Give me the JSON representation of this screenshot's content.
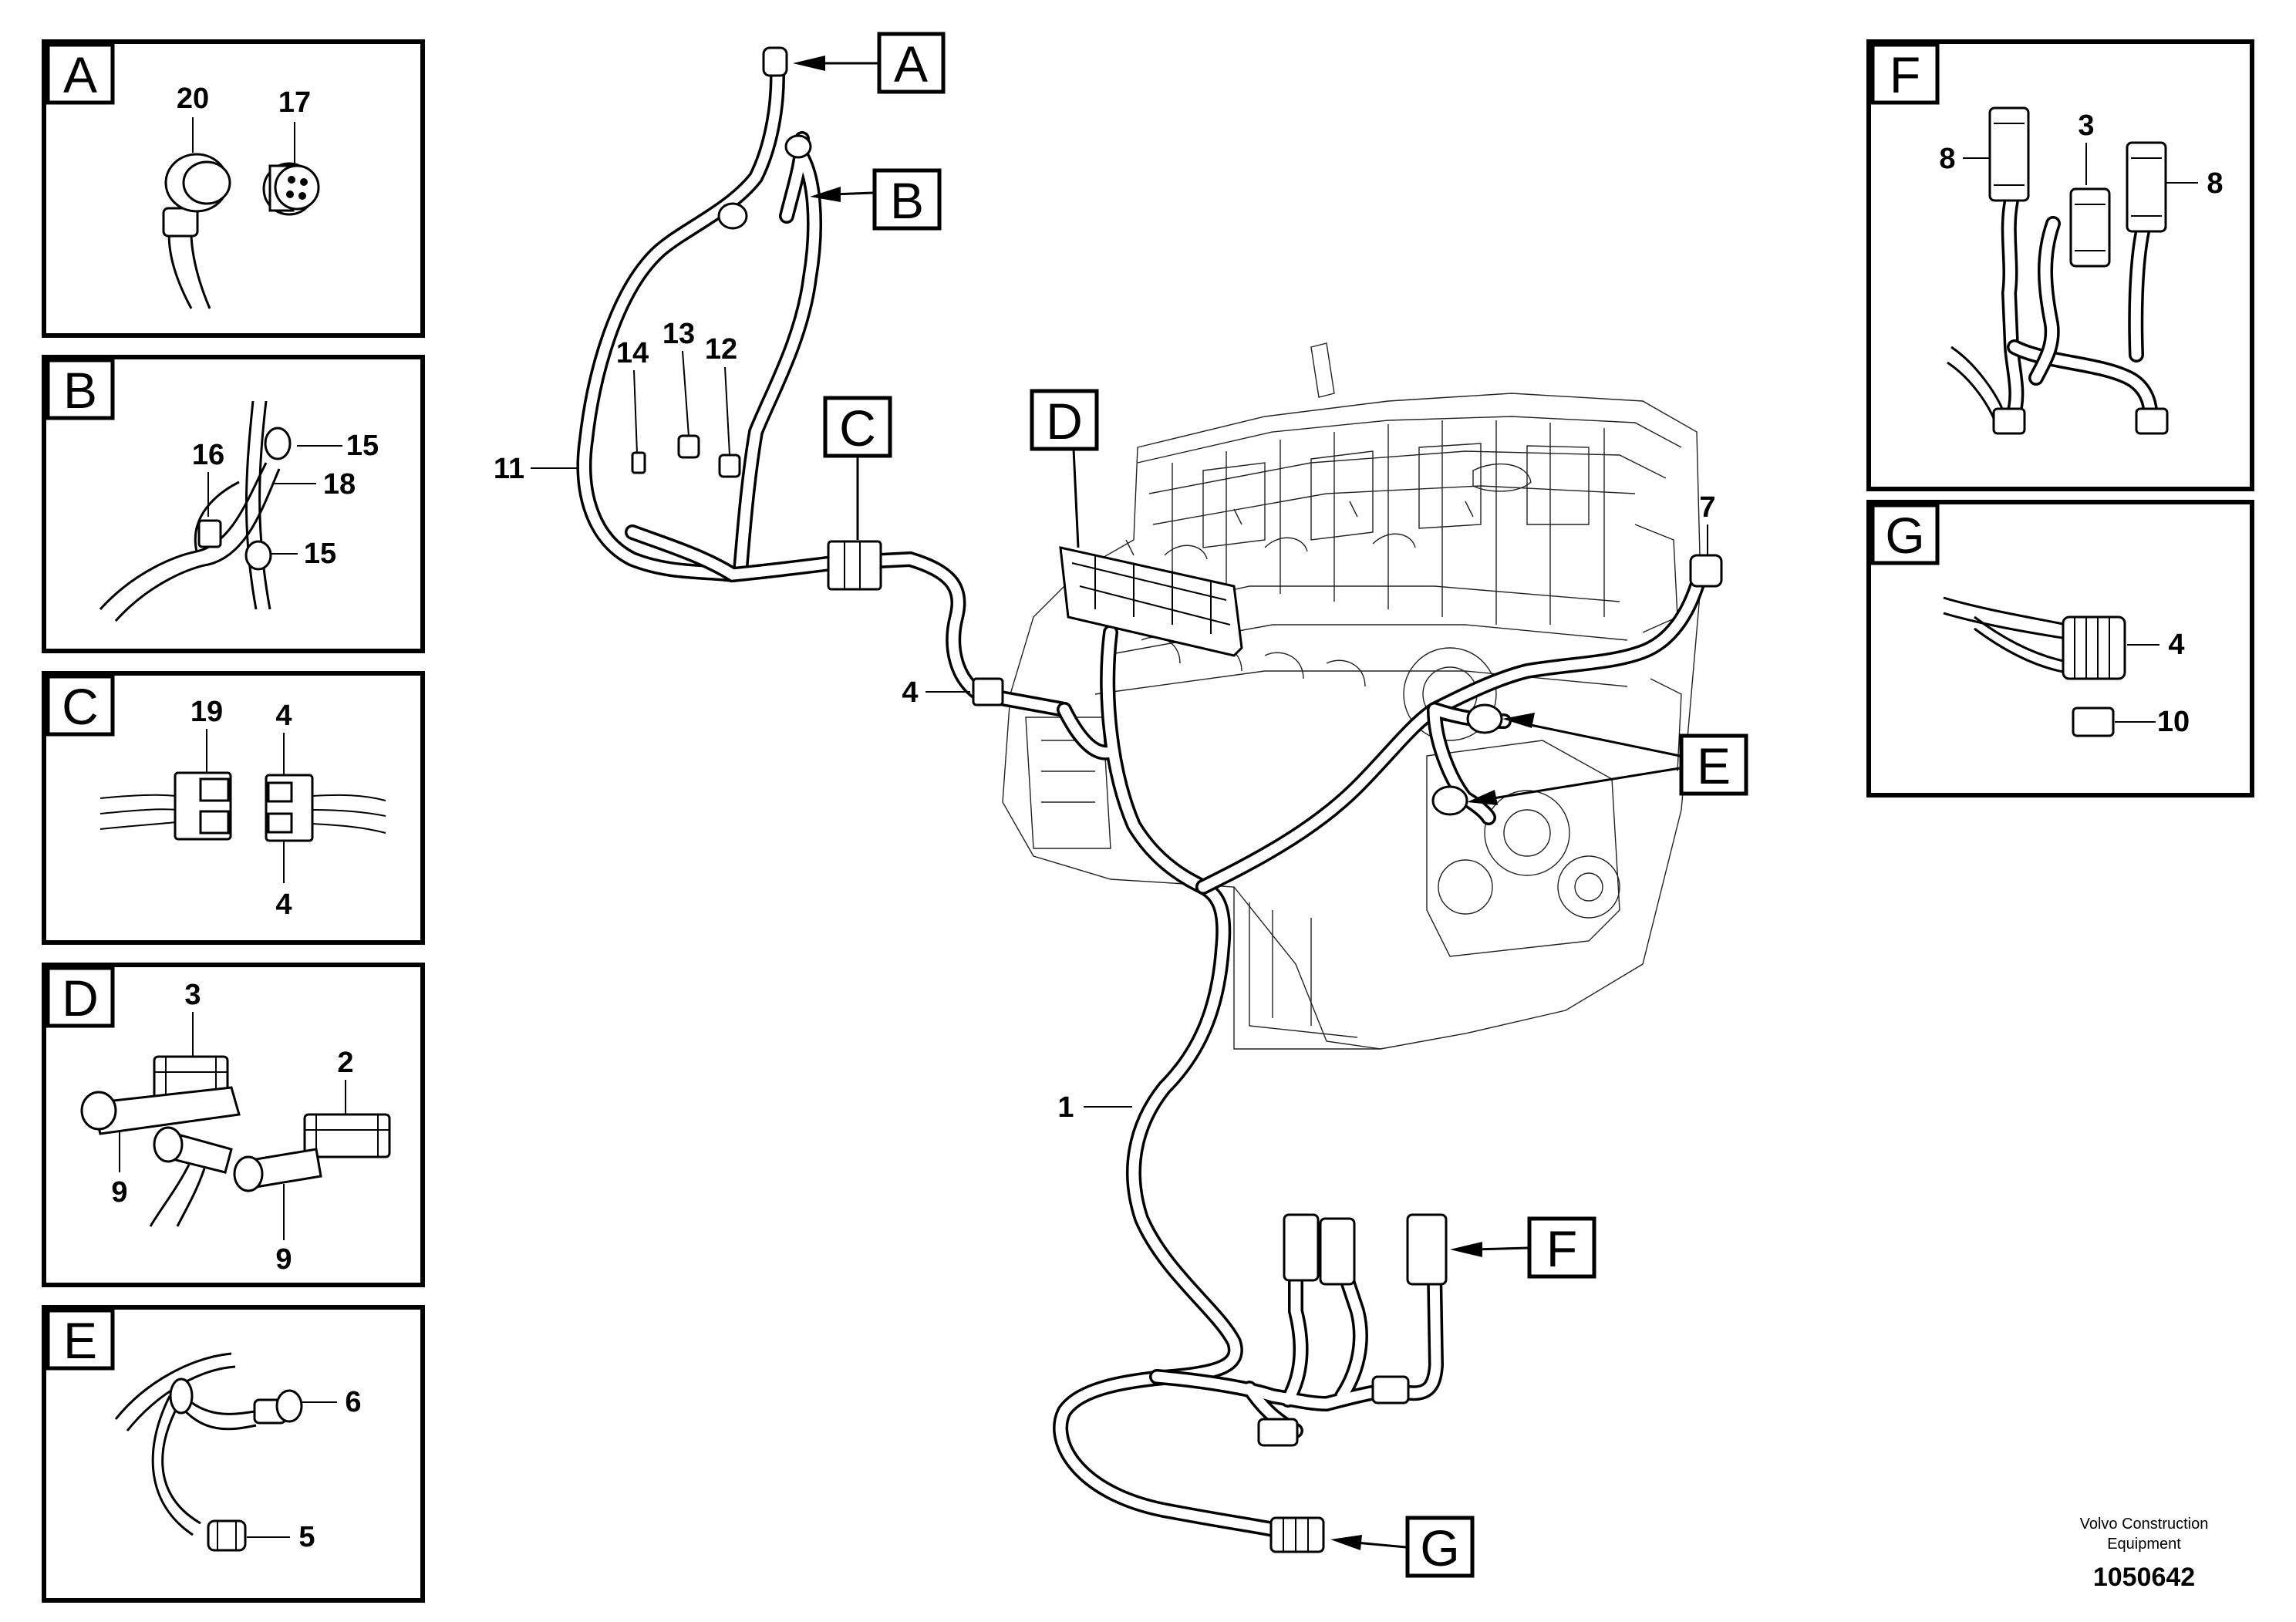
{
  "detail_panels": {
    "A": {
      "tag": "A",
      "callouts": [
        "20",
        "17"
      ]
    },
    "B": {
      "tag": "B",
      "callouts": [
        "16",
        "15",
        "18",
        "15"
      ]
    },
    "C": {
      "tag": "C",
      "callouts": [
        "19",
        "4",
        "4"
      ]
    },
    "D": {
      "tag": "D",
      "callouts": [
        "3",
        "2",
        "9",
        "9"
      ]
    },
    "E": {
      "tag": "E",
      "callouts": [
        "6",
        "5"
      ]
    },
    "F": {
      "tag": "F",
      "callouts": [
        "8",
        "3",
        "8"
      ]
    },
    "G": {
      "tag": "G",
      "callouts": [
        "4",
        "10"
      ]
    }
  },
  "main_tags": {
    "A": "A",
    "B": "B",
    "C": "C",
    "D": "D",
    "E": "E",
    "F": "F",
    "G": "G"
  },
  "main_callouts": {
    "c14": "14",
    "c13": "13",
    "c12": "12",
    "c11": "11",
    "c4": "4",
    "c7": "7",
    "c1": "1"
  },
  "footer": {
    "company_line1": "Volvo Construction",
    "company_line2": "Equipment",
    "drawing_number": "1050642"
  }
}
